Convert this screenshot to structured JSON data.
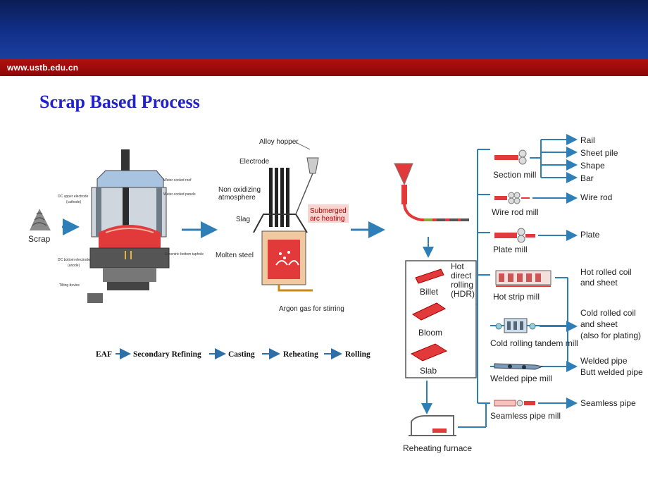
{
  "header": {
    "url": "www.ustb.edu.cn"
  },
  "slide": {
    "title": "Scrap Based Process"
  },
  "eaf": {
    "scrap_label": "Scrap",
    "labels": {
      "roof": "Water-cooled roof",
      "panels": "Water-cooled panels",
      "upper_electrode": "DC upper electrode",
      "cathode": "(cathode)",
      "bottom_electrode": "DC bottom electrode",
      "anode": "(anode)",
      "tilting": "Tilting device",
      "tap": "Eccentric bottom taphole"
    }
  },
  "refining": {
    "labels": {
      "alloy_hopper": "Alloy hopper",
      "electrode": "Electrode",
      "atm1": "Non oxidizing",
      "atm2": "atmosphere",
      "slag": "Slag",
      "sub1": "Submerged",
      "sub2": "arc heating",
      "molten": "Molten steel",
      "argon": "Argon gas for stirring"
    }
  },
  "flow": {
    "steps": [
      "EAF",
      "Secondary Refining",
      "Casting",
      "Reheating",
      "Rolling"
    ]
  },
  "rolling": {
    "products": {
      "billet": "Billet",
      "bloom": "Bloom",
      "slab": "Slab"
    },
    "hdr": [
      "Hot",
      "direct",
      "rolling",
      "(HDR)"
    ],
    "reheating_furnace": "Reheating furnace",
    "mills": {
      "section": "Section mill",
      "wire_rod": "Wire rod mill",
      "plate": "Plate mill",
      "hot_strip": "Hot strip mill",
      "cold_tandem": "Cold rolling tandem mill",
      "welded_pipe": "Welded pipe mill",
      "seamless": "Seamless pipe mill"
    },
    "outputs": {
      "rail": "Rail",
      "sheet_pile": "Sheet pile",
      "shape": "Shape",
      "bar": "Bar",
      "wire_rod": "Wire rod",
      "plate": "Plate",
      "hot_rolled_1": "Hot rolled coil",
      "hot_rolled_2": "and sheet",
      "cold_1": "Cold rolled coil",
      "cold_2": "and sheet",
      "cold_3": "(also for plating)",
      "welded_1": "Welded pipe",
      "welded_2": "Butt welded pipe",
      "seamless": "Seamless pipe"
    }
  },
  "colors": {
    "header": "#12308a",
    "red_bar": "#a00b0b",
    "title": "#2222cc",
    "arrow": "#2e7fb8",
    "steel": "#e23a3a"
  }
}
